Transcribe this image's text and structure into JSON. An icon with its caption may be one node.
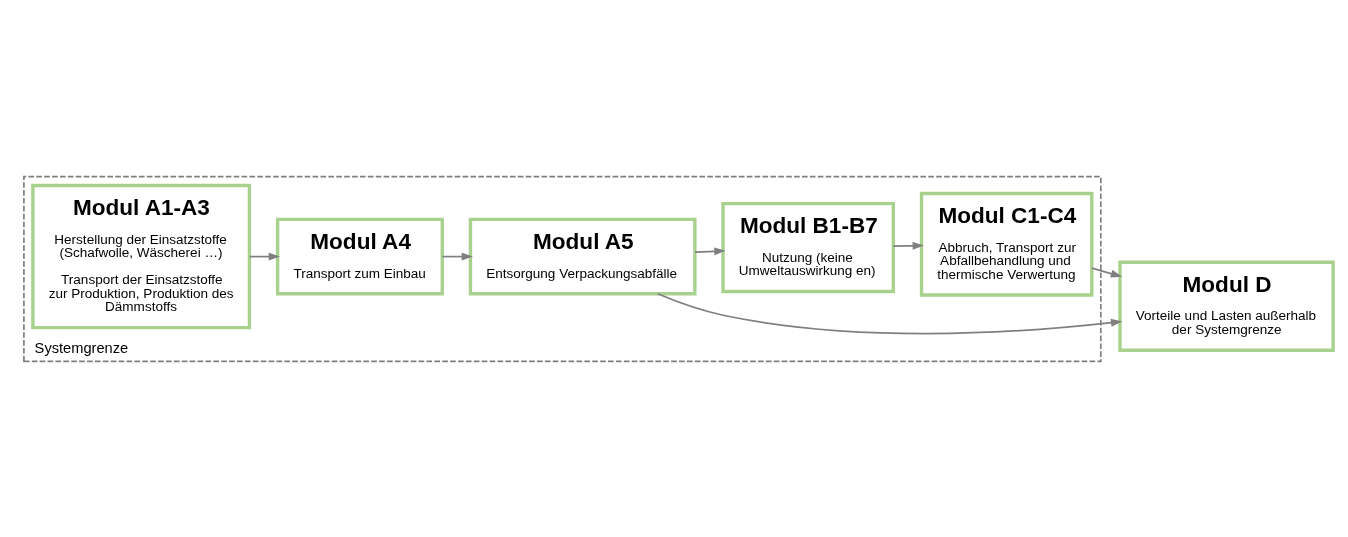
{
  "diagram": {
    "nodes": [
      {
        "text": [
          "Systemgrenze"
        ]
      },
      {
        "text": [
          "Modul A1-A3",
          "Herstellung der Einsatzstoffe (Schafwolle, Wäscherei …)",
          "Transport der Einsatzstoffe zur Produktion, Produktion des Dämmstoffs"
        ],
        "in": 0
      },
      {
        "text": [
          "Modul A4",
          "Transport zum Einbau"
        ],
        "in": 0
      },
      {
        "text": [
          "Modul A5",
          "Entsorgung Verpackungsabfälle"
        ],
        "in": 0
      },
      {
        "text": [
          "Modul B1-B7",
          "Nutzung (keine Umweltauswirkung en)"
        ],
        "in": 0
      },
      {
        "text": [
          "Modul C1-C4",
          "Abbruch, Transport zur Abfallbehandlung und thermische Verwertung"
        ],
        "in": 0
      },
      {
        "text": [
          "Modul D",
          "Vorteile und Lasten außerhalb der Systemgrenze"
        ]
      }
    ],
    "edges": [
      {
        "from": 1,
        "to": 2,
        "arrow": "to"
      },
      {
        "from": 2,
        "to": 3,
        "arrow": "to"
      },
      {
        "from": 3,
        "to": 4,
        "arrow": "to"
      },
      {
        "from": 4,
        "to": 5,
        "arrow": "to"
      },
      {
        "from": 3,
        "to": 6,
        "arrow": "to"
      },
      {
        "from": 5,
        "to": 6,
        "arrow": "to"
      }
    ]
  }
}
